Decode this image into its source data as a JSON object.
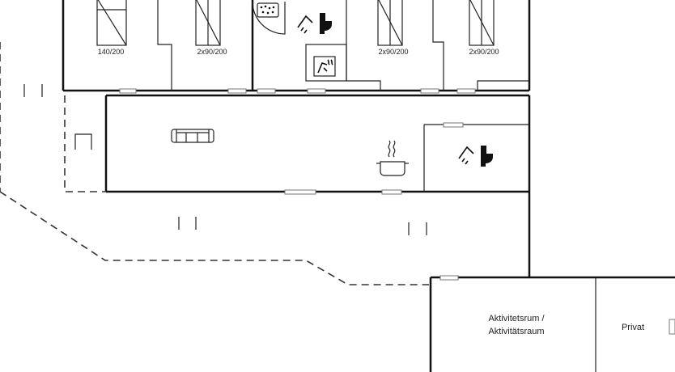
{
  "bedrooms": [
    {
      "bed_label": "140/200"
    },
    {
      "bed_label": "2x90/200"
    },
    {
      "bed_label": "2x90/200"
    },
    {
      "bed_label": "2x90/200"
    }
  ],
  "rooms": {
    "activity_line1": "Aktivitetsrum /",
    "activity_line2": "Aktivitätsraum",
    "private": "Privat"
  },
  "icons": [
    "bed-icon",
    "whirlpool-icon",
    "toilet-shower-icon",
    "sauna-icon",
    "sofa-icon",
    "cooking-pot-icon"
  ]
}
